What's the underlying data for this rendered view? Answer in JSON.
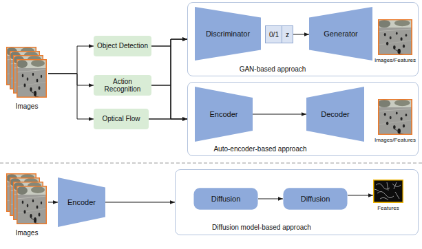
{
  "diagram": {
    "nodes": [
      {
        "text": [
          "Images"
        ]
      },
      {
        "text": [
          "Object Detection"
        ]
      },
      {
        "text": [
          "Action Recognition"
        ]
      },
      {
        "text": [
          "Optical Flow"
        ]
      },
      {
        "text": [
          "GAN-based approach"
        ]
      },
      {
        "text": [
          "Discriminator"
        ],
        "in": 4
      },
      {
        "text": [
          "0/1"
        ],
        "in": 4
      },
      {
        "text": [
          "z"
        ],
        "in": 4
      },
      {
        "text": [
          "Generator"
        ],
        "in": 4
      },
      {
        "text": [
          "Images/Features"
        ],
        "in": 4
      },
      {
        "text": [
          "Auto-encoder-based approach"
        ]
      },
      {
        "text": [
          "Encoder"
        ],
        "in": 10
      },
      {
        "text": [
          "Decoder"
        ],
        "in": 10
      },
      {
        "text": [
          "Images/Features"
        ],
        "in": 10
      },
      {
        "text": [
          "Images"
        ]
      },
      {
        "text": [
          "Encoder"
        ]
      },
      {
        "text": [
          "Diffusion model-based approach"
        ]
      },
      {
        "text": [
          "Diffusion"
        ],
        "in": 16
      },
      {
        "text": [
          "Diffusion"
        ],
        "in": 16
      },
      {
        "text": [
          "Features"
        ],
        "in": 16
      }
    ],
    "edges": [
      {
        "from": 0,
        "to": 1,
        "arrow": "to"
      },
      {
        "from": 0,
        "to": 2,
        "arrow": "to"
      },
      {
        "from": 0,
        "to": 3,
        "arrow": "to"
      },
      {
        "from": 1,
        "to": 4,
        "arrow": "to"
      },
      {
        "from": 2,
        "to": 4,
        "arrow": "to"
      },
      {
        "from": 3,
        "to": 4,
        "arrow": "to"
      },
      {
        "from": 1,
        "to": 10,
        "arrow": "to"
      },
      {
        "from": 2,
        "to": 10,
        "arrow": "to"
      },
      {
        "from": 3,
        "to": 10,
        "arrow": "to"
      },
      {
        "from": 7,
        "to": 8,
        "arrow": "to"
      },
      {
        "from": 11,
        "to": 12,
        "arrow": "to"
      },
      {
        "from": 14,
        "to": 15,
        "arrow": "to"
      },
      {
        "from": 15,
        "to": 16,
        "arrow": "to"
      },
      {
        "from": 17,
        "to": 18,
        "arrow": "to"
      },
      {
        "from": 18,
        "to": 19,
        "arrow": "to"
      }
    ]
  }
}
